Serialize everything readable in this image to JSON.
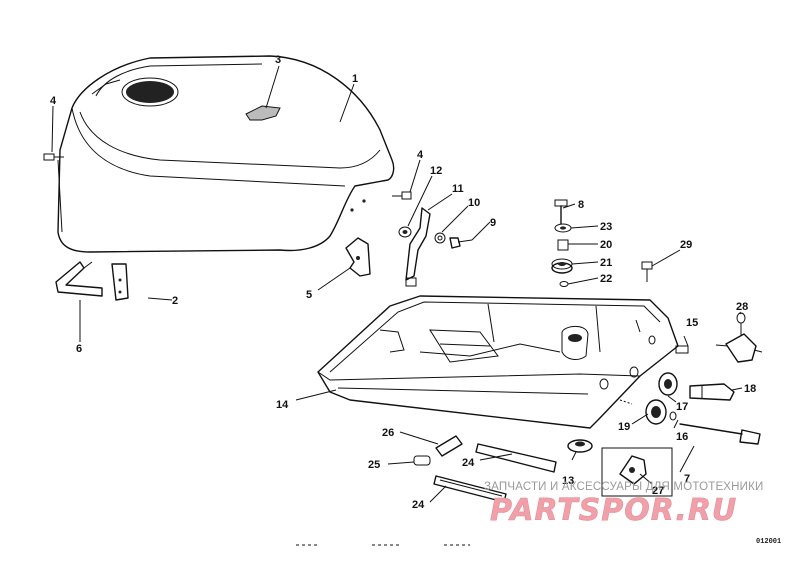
{
  "callouts": [
    "1",
    "2",
    "3",
    "4",
    "4",
    "5",
    "6",
    "7",
    "8",
    "9",
    "10",
    "11",
    "12",
    "13",
    "14",
    "15",
    "16",
    "17",
    "18",
    "19",
    "20",
    "21",
    "22",
    "23",
    "24",
    "24",
    "25",
    "26",
    "27",
    "28",
    "29"
  ],
  "watermark": {
    "top_text": "ЗАПЧАСТИ И АКСЕССУАРЫ ДЛЯ МОТОТЕХНИКИ",
    "brand": "PARTSPOR.RU"
  },
  "figure_code": "012001"
}
